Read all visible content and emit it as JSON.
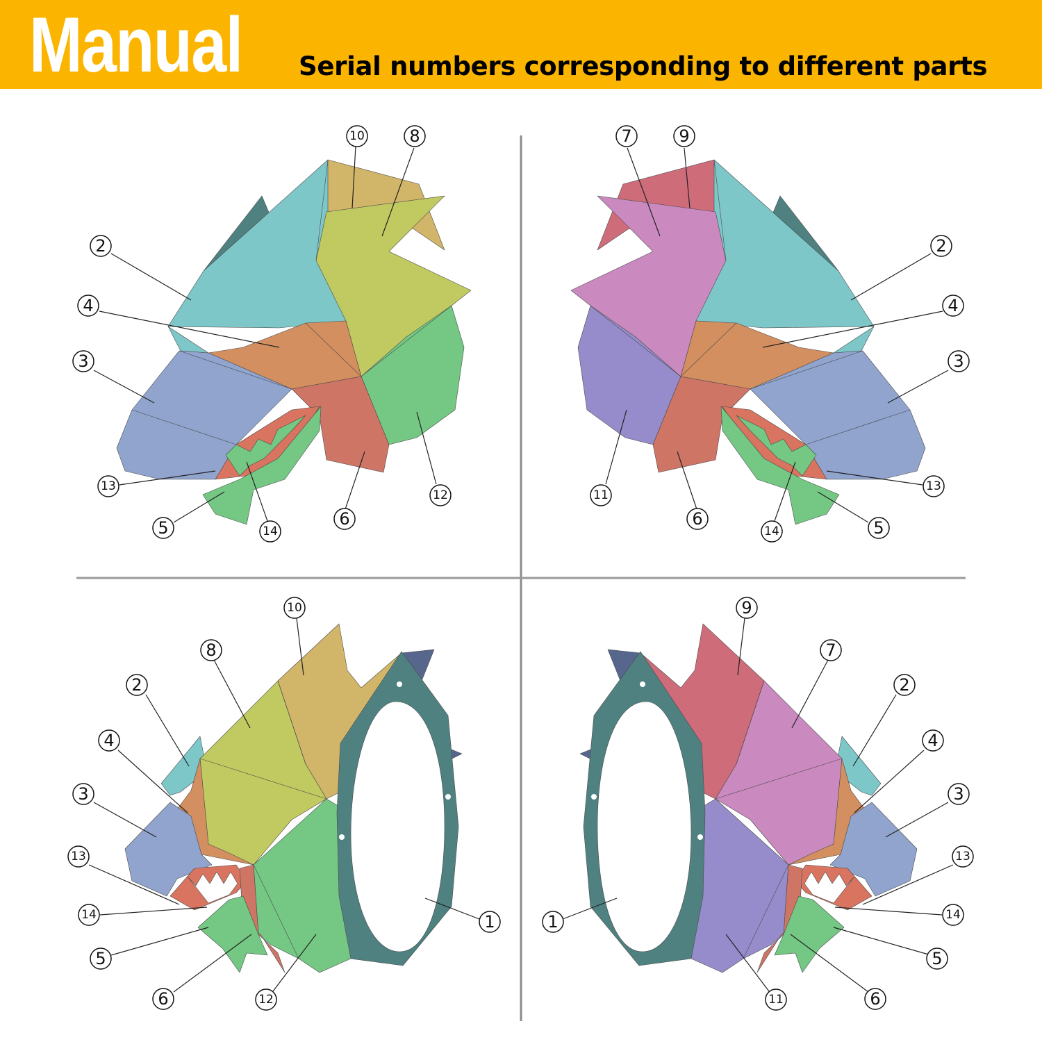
{
  "header": {
    "title": "Manual",
    "subtitle": "Serial numbers corresponding to different parts"
  },
  "colors": {
    "banner": "#fbb400",
    "part_1": "#4f8181",
    "part_2": "#7ec7c9",
    "part_3": "#90a4ce",
    "part_4": "#d38f60",
    "part_5": "#74c884",
    "part_6": "#cf7566",
    "part_7": "#cb8abf",
    "part_8": "#c1c961",
    "part_9": "#cf6c7a",
    "part_10": "#d1b568",
    "part_11": "#978ccb",
    "part_12": "#74c884",
    "part_13": "#d8745f",
    "part_14": "#74c884"
  },
  "panels": [
    {
      "name": "top-left",
      "labels": [
        "10",
        "8",
        "2",
        "4",
        "3",
        "13",
        "5",
        "14",
        "6",
        "12"
      ]
    },
    {
      "name": "top-right",
      "labels": [
        "7",
        "9",
        "2",
        "4",
        "3",
        "11",
        "6",
        "14",
        "5",
        "13"
      ]
    },
    {
      "name": "bottom-left",
      "labels": [
        "10",
        "8",
        "2",
        "4",
        "3",
        "13",
        "14",
        "5",
        "6",
        "12",
        "1"
      ]
    },
    {
      "name": "bottom-right",
      "labels": [
        "9",
        "7",
        "2",
        "4",
        "3",
        "13",
        "14",
        "5",
        "6",
        "11",
        "1"
      ]
    }
  ]
}
